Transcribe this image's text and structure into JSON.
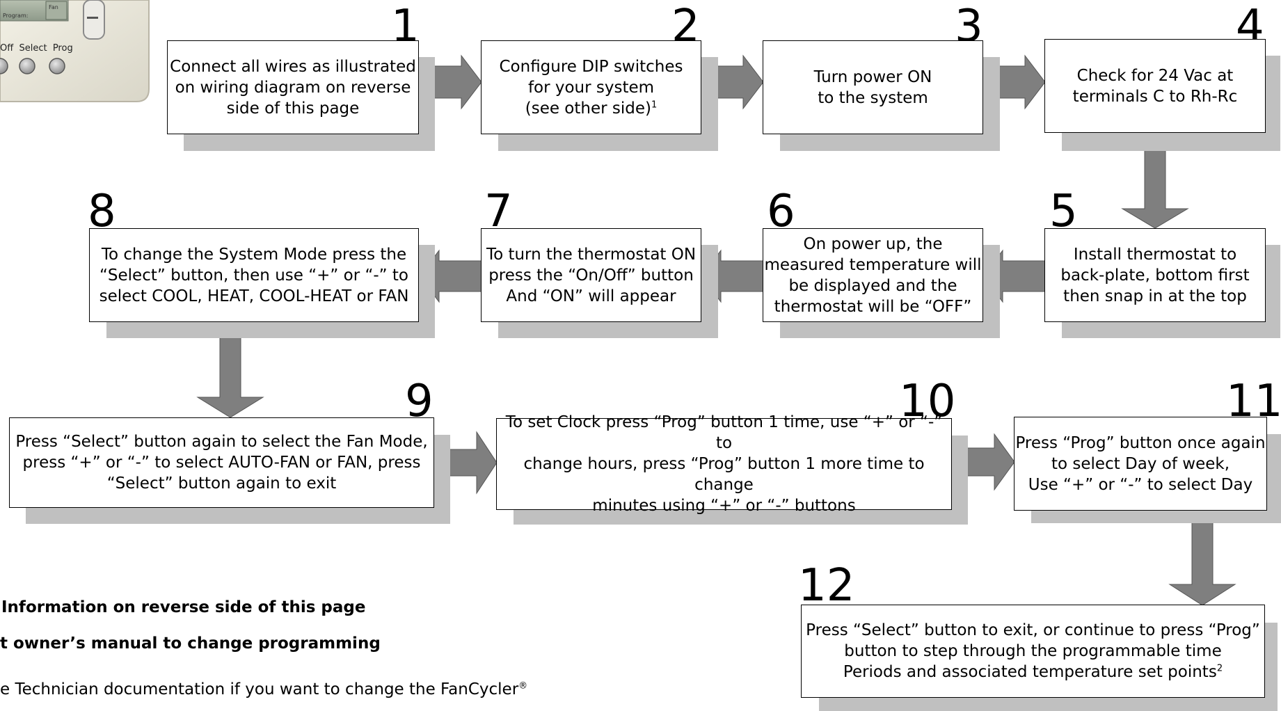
{
  "device": {
    "display_text_1": "Program:",
    "display_text_2": "Fan",
    "buttons_label": "Off  Select  Prog"
  },
  "steps": [
    {
      "number": "1",
      "text": "Connect all wires as illustrated\non wiring diagram on reverse\nside of this page",
      "sup": ""
    },
    {
      "number": "2",
      "text": "Configure DIP switches\nfor your system\n(see other side)",
      "sup": "1"
    },
    {
      "number": "3",
      "text": "Turn power ON\nto the system",
      "sup": ""
    },
    {
      "number": "4",
      "text": "Check for 24 Vac at\nterminals C to Rh-Rc",
      "sup": ""
    },
    {
      "number": "5",
      "text": "Install thermostat to\nback-plate, bottom first\nthen snap in at the top",
      "sup": ""
    },
    {
      "number": "6",
      "text": "On power up, the\nmeasured temperature will\nbe displayed and the\nthermostat will be “OFF”",
      "sup": ""
    },
    {
      "number": "7",
      "text": "To turn the thermostat ON\npress the “On/Off” button\nAnd “ON” will appear",
      "sup": ""
    },
    {
      "number": "8",
      "text": "To change the System Mode press the\n“Select” button, then use “+” or “-” to\nselect COOL, HEAT, COOL-HEAT or FAN",
      "sup": ""
    },
    {
      "number": "9",
      "text": "Press “Select” button again to select the Fan Mode,\npress “+” or “-” to select AUTO-FAN or FAN, press\n“Select” button again to exit",
      "sup": ""
    },
    {
      "number": "10",
      "text": "To set Clock press “Prog” button 1 time, use “+” or “-” to\nchange hours, press “Prog” button 1 more time to change\nminutes using “+” or “-” buttons",
      "sup": ""
    },
    {
      "number": "11",
      "text": "Press “Prog” button once again\nto select Day of week,\nUse “+” or “-” to select Day",
      "sup": ""
    },
    {
      "number": "12",
      "text": "Press “Select” button to exit, or continue to press “Prog”\nbutton to step through the programmable time\nPeriods and associated temperature set points",
      "sup": "2"
    }
  ],
  "notes": {
    "note1": "Information on reverse side of this page",
    "note2": "t owner’s manual to change programming",
    "note3": "e Technician documentation if you want to change the FanCycler",
    "note3_sup": "®"
  },
  "colors": {
    "arrow": "#7f7f7f",
    "shadow": "#c0c0c0",
    "box_border": "#000000"
  }
}
